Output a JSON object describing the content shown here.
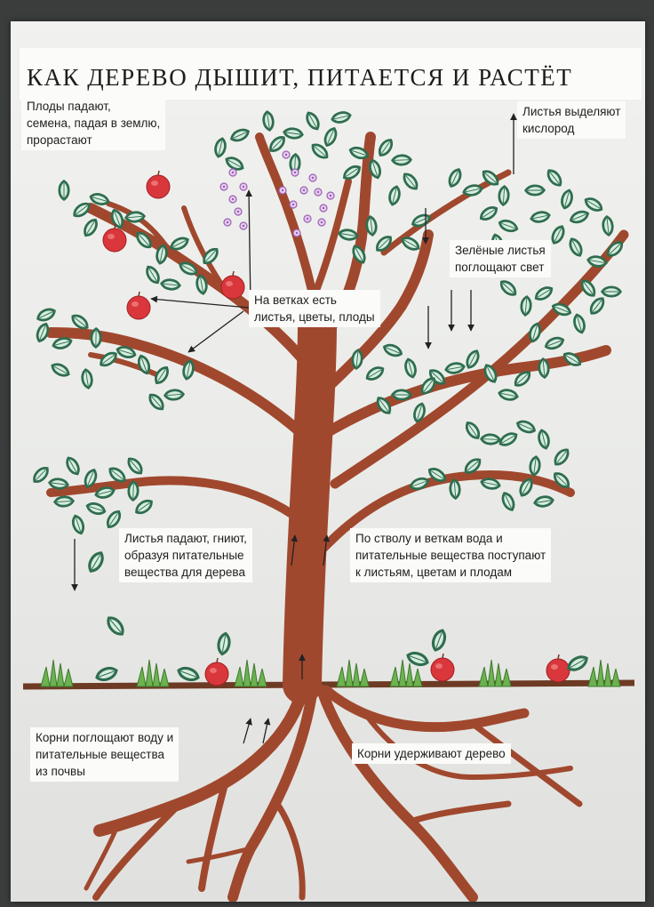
{
  "title": "КАК ДЕРЕВО ДЫШИТ, ПИТАЕТСЯ И РАСТЁТ",
  "labels": {
    "fruits_fall": "Плоды падают,\nсемена, падая в землю,\nпрорастают",
    "leaves_oxygen": "Листья выделяют\nкислород",
    "green_leaves_light": "Зелёные листья\nпоглощают свет",
    "branches_parts": "На ветках есть\nлистья, цветы, плоды",
    "leaves_fall": "Листья падают, гниют,\nобразуя питательные\nвещества для дерева",
    "trunk_transport": "По стволу и веткам вода и\nпитательные вещества поступают\nк листьям, цветам и плодам",
    "roots_absorb": "Корни поглощают воду и\nпитательные вещества\nиз почвы",
    "roots_hold": "Корни удерживают дерево"
  },
  "colors": {
    "trunk": "#a0482e",
    "leaf_fill": "#d6ecdf",
    "leaf_outline": "#2f6d4f",
    "apple": "#d9373b",
    "flower": "#c79ad8",
    "grass": "#5fa24a",
    "ground": "#6d3a24"
  },
  "icons": [
    "apple-icon",
    "flower-cluster-icon",
    "leaf-icon",
    "grass-tuft-icon",
    "arrow-icon"
  ]
}
